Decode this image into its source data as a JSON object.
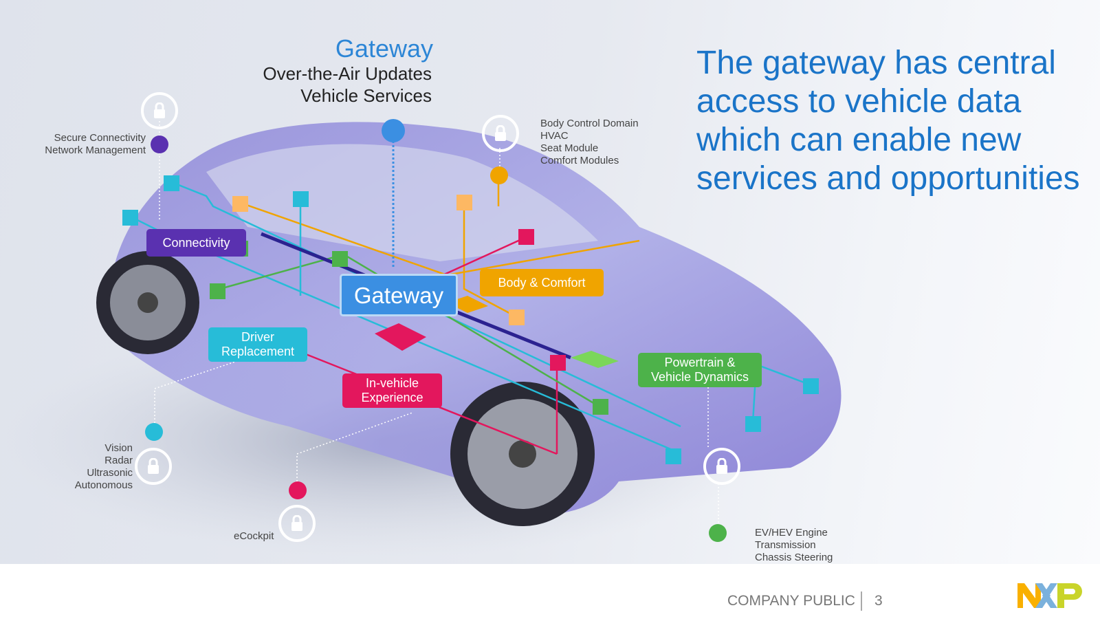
{
  "gateway_header": {
    "title": "Gateway",
    "lines": [
      "Over-the-Air Updates",
      "Vehicle Services"
    ]
  },
  "headline": "The gateway has central access to vehicle data which can enable new services and opportunities",
  "domains": {
    "connectivity": {
      "label": "Connectivity",
      "color": "#5a31b0",
      "details": [
        "Secure Connectivity",
        "Network Management"
      ]
    },
    "gateway": {
      "label": "Gateway",
      "color": "#3b8fe2"
    },
    "body": {
      "label": "Body & Comfort",
      "color": "#f0a400",
      "details": [
        "Body Control Domain",
        "HVAC",
        "Seat Module",
        "Comfort Modules"
      ]
    },
    "driver": {
      "label_lines": [
        "Driver",
        "Replacement"
      ],
      "color": "#27bcd8",
      "details": [
        "Vision",
        "Radar",
        "Ultrasonic",
        "Autonomous"
      ]
    },
    "invehicle": {
      "label_lines": [
        "In-vehicle",
        "Experience"
      ],
      "color": "#e3175d",
      "details": [
        "eCockpit"
      ]
    },
    "powertrain": {
      "label_lines": [
        "Powertrain &",
        "Vehicle Dynamics"
      ],
      "color": "#4db24a",
      "details": [
        "EV/HEV Engine",
        "Transmission",
        "Chassis Steering"
      ]
    }
  },
  "icons": [
    "lock-icon"
  ],
  "footer": {
    "classification": "COMPANY PUBLIC",
    "page": "3",
    "logo": "NXP"
  }
}
